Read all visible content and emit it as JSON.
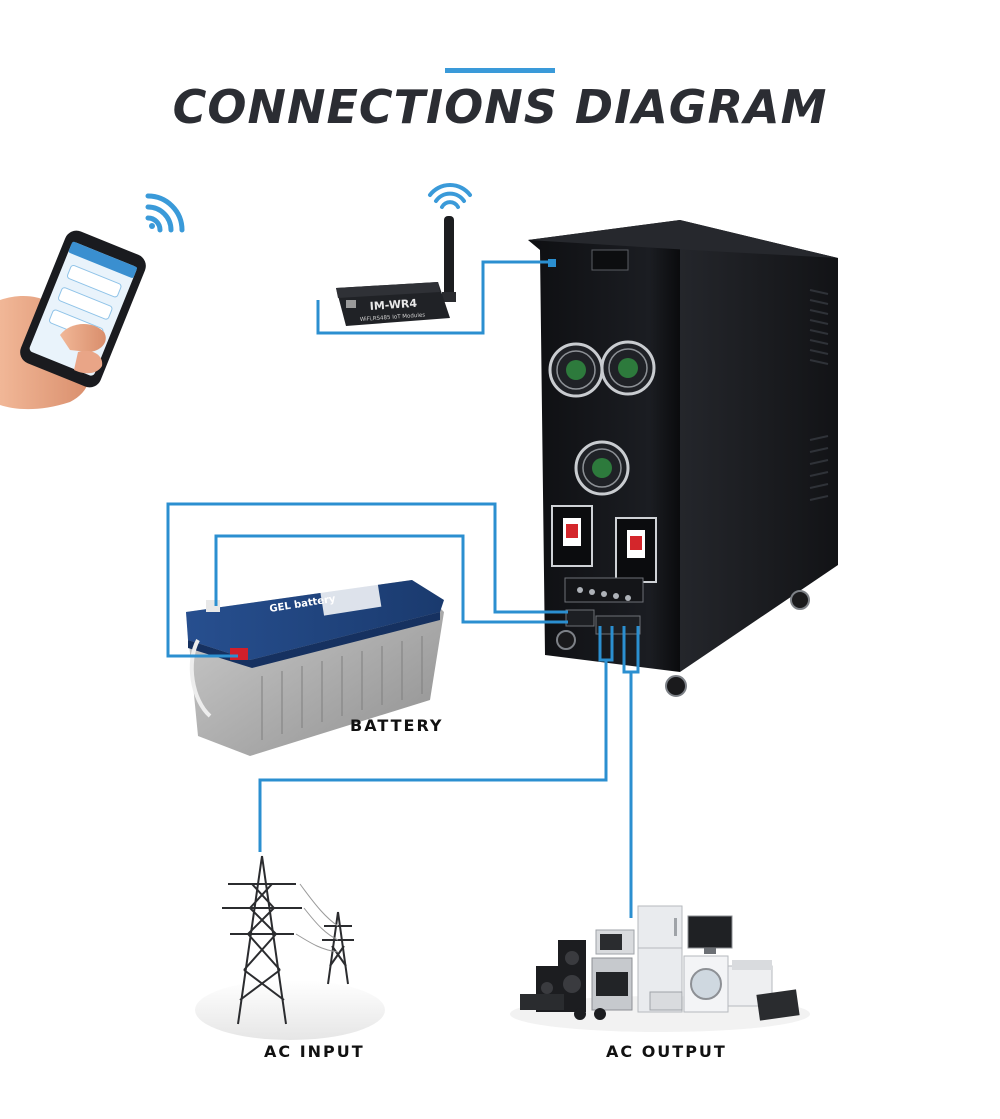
{
  "header": {
    "title": "CONNECTIONS DIAGRAM"
  },
  "labels": {
    "battery": "BATTERY",
    "ac_input": "AC INPUT",
    "ac_output": "AC OUTPUT"
  },
  "wifi_module": {
    "model": "IM-WR4",
    "subtitle": "WiFi,RS485  IoT Modules"
  },
  "battery_unit": {
    "brand": "GEL battery"
  },
  "colors": {
    "accent": "#3a9ad9",
    "wire": "#2b8fd0",
    "title": "#2b2d33",
    "cabinet": "#16181c"
  }
}
